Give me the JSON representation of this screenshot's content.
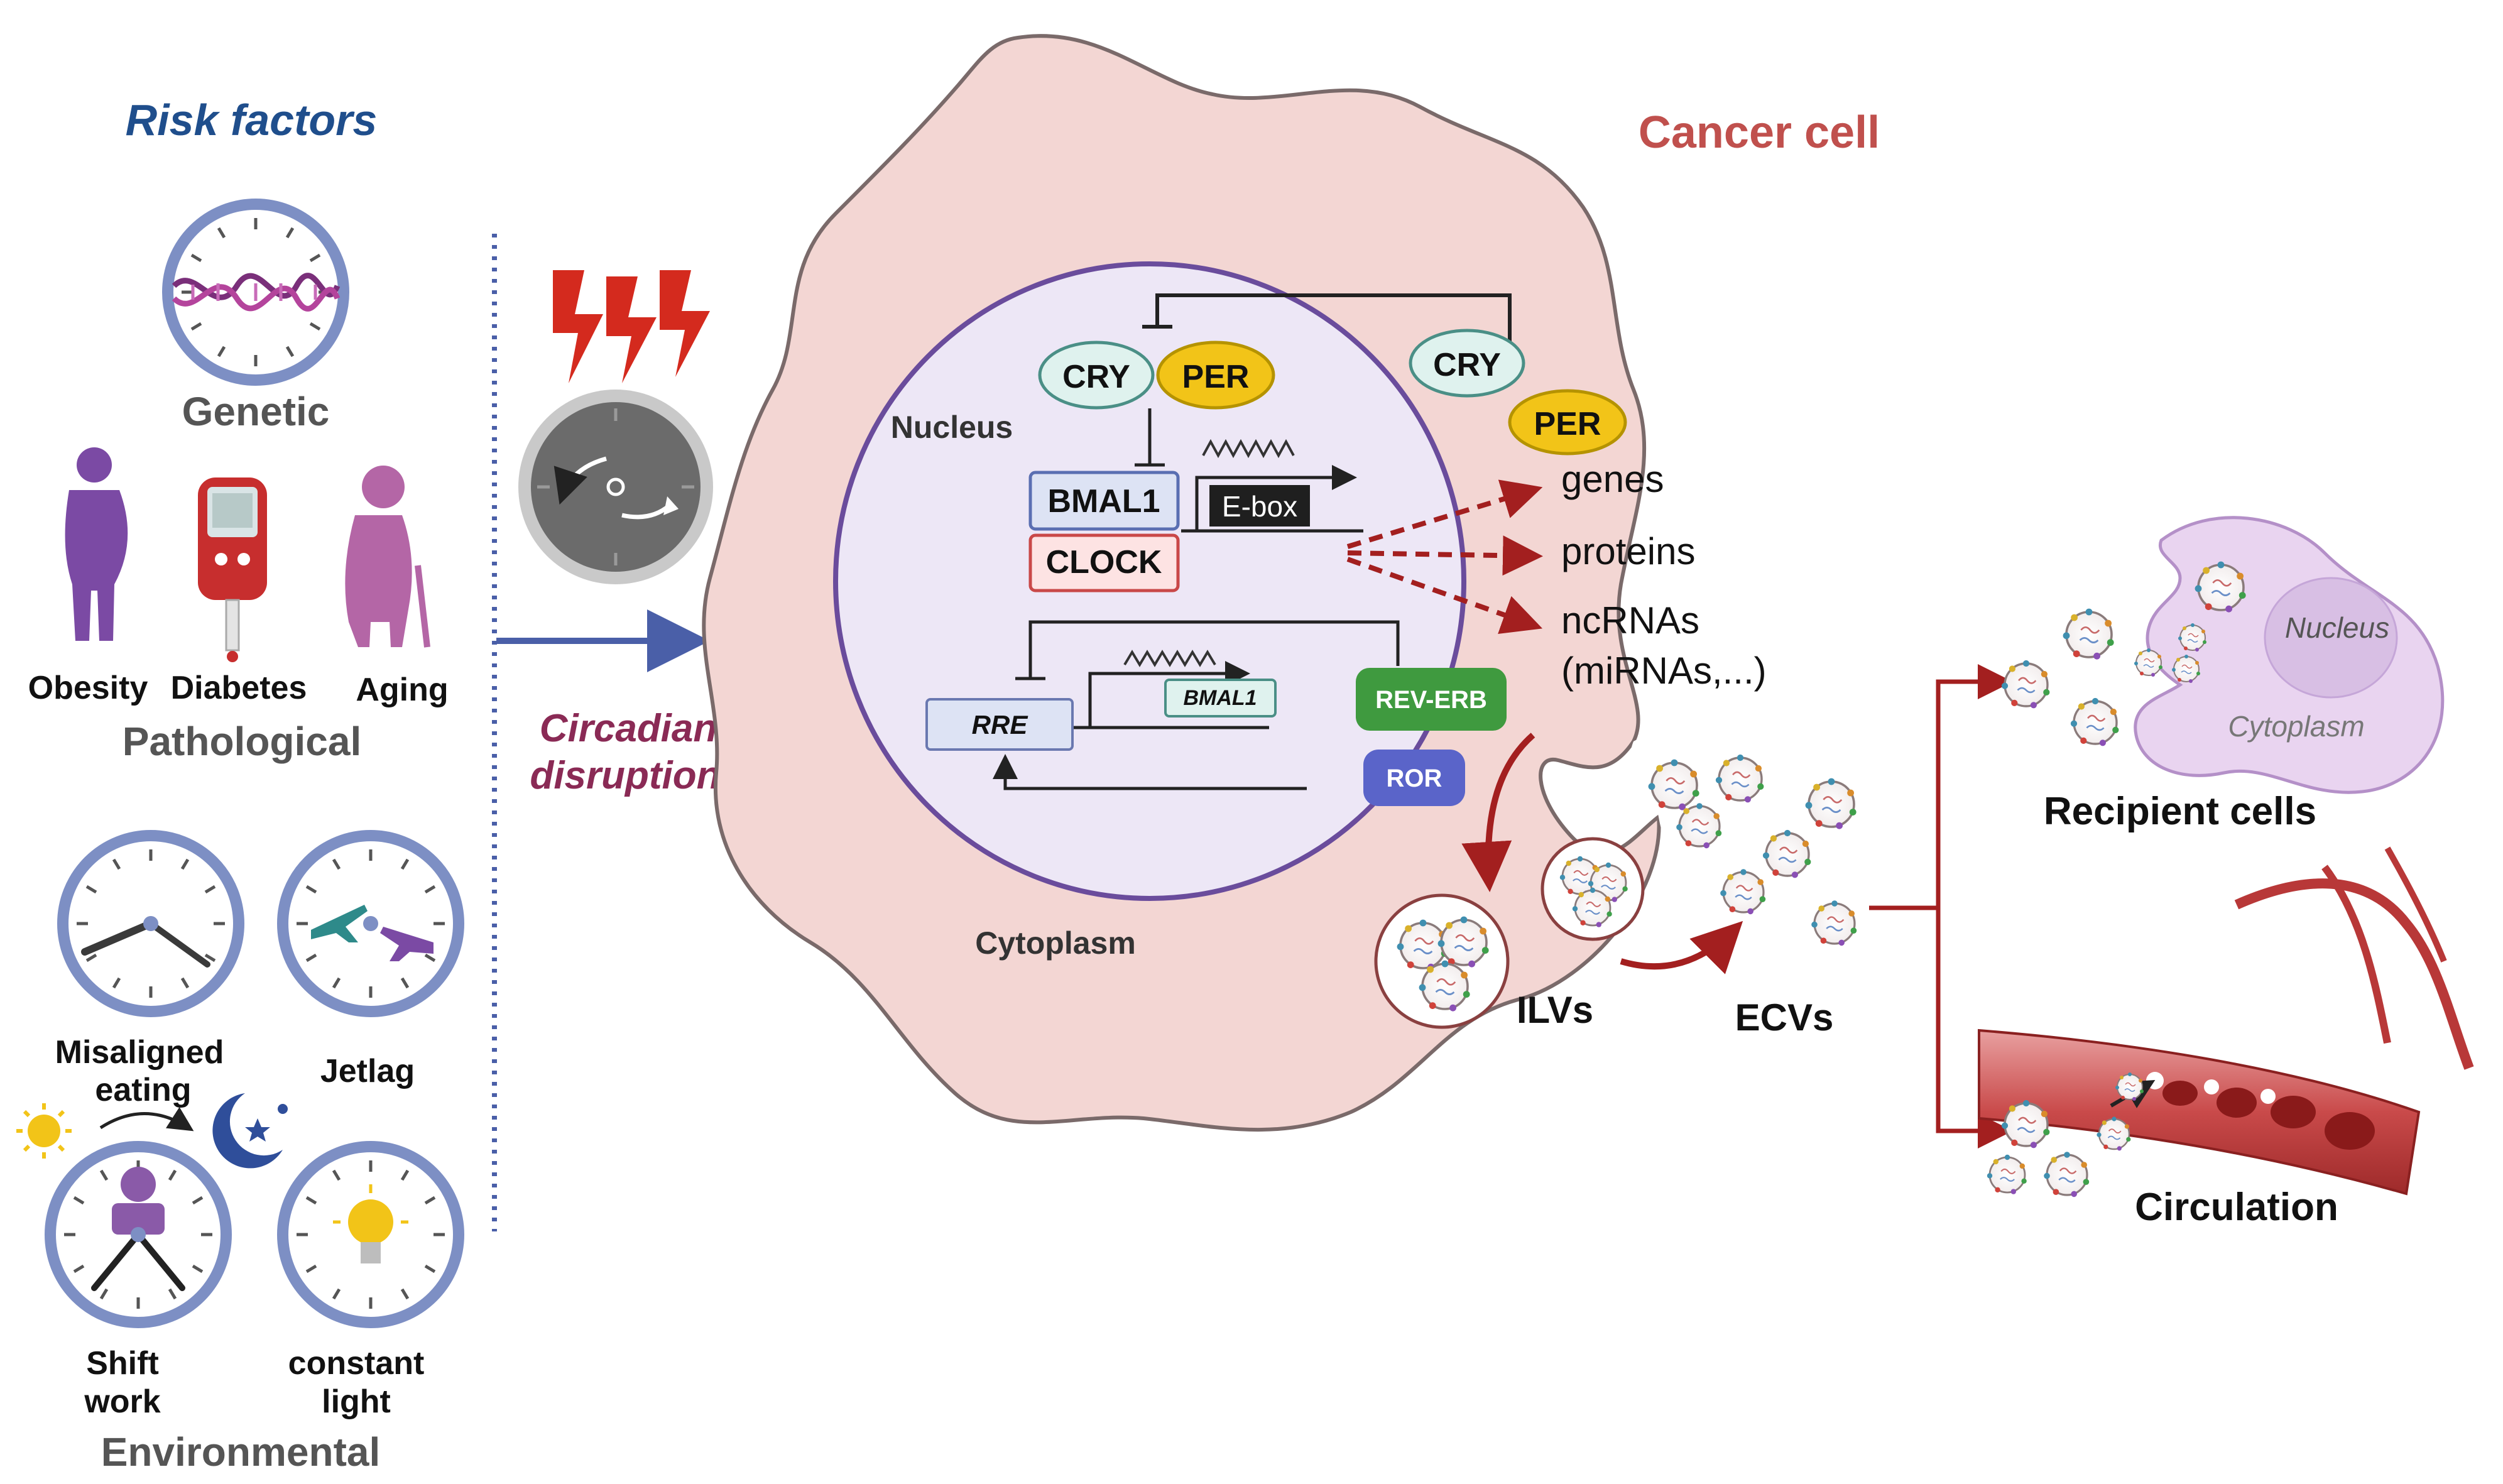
{
  "risk_factors": {
    "title": "Risk factors",
    "genetic": "Genetic",
    "pathological": "Pathological",
    "obesity": "Obesity",
    "diabetes": "Diabetes",
    "aging": "Aging",
    "misaligned_eating_line1": "Misaligned",
    "misaligned_eating_line2": "eating",
    "jetlag": "Jetlag",
    "shift_work_line1": "Shift",
    "shift_work_line2": "work",
    "constant_light_line1": "constant",
    "constant_light_line2": "light",
    "environmental": "Environmental"
  },
  "disruption": {
    "line1": "Circadian",
    "line2": "disruption"
  },
  "cell": {
    "title": "Cancer cell",
    "nucleus": "Nucleus",
    "cytoplasm": "Cytoplasm",
    "cry_nuclear": "CRY",
    "per_nuclear": "PER",
    "cry_cyto": "CRY",
    "per_cyto": "PER",
    "bmal1": "BMAL1",
    "clock": "CLOCK",
    "ebox": "E-box",
    "rre": "RRE",
    "bmal1_gene": "BMAL1",
    "rev_erb": "REV-ERB",
    "ror": "ROR",
    "out_genes": "genes",
    "out_proteins": "proteins",
    "out_ncrnas": "ncRNAs",
    "out_mirnas": "(miRNAs,...)",
    "ilvs": "ILVs",
    "ecvs": "ECVs"
  },
  "recipient": {
    "nucleus": "Nucleus",
    "cytoplasm": "Cytoplasm",
    "label": "Recipient cells"
  },
  "circulation": {
    "label": "Circulation"
  },
  "colors": {
    "risk_title": "#1f4e8c",
    "cell_title": "#c0504d",
    "disruption": "#8a2a55",
    "cell_fill": "#f3d6d3",
    "nucleus_fill": "#ede7f6",
    "nucleus_stroke": "#6a4c9c",
    "clock_ring": "#7d8fc4",
    "arrow_blue": "#4a5fa8",
    "arrow_red": "#a31f1f",
    "cry_fill": "#dff2ee",
    "per_fill": "#f2c418",
    "rev_erb_fill": "#3f9a3f",
    "ror_fill": "#5a64c9"
  }
}
